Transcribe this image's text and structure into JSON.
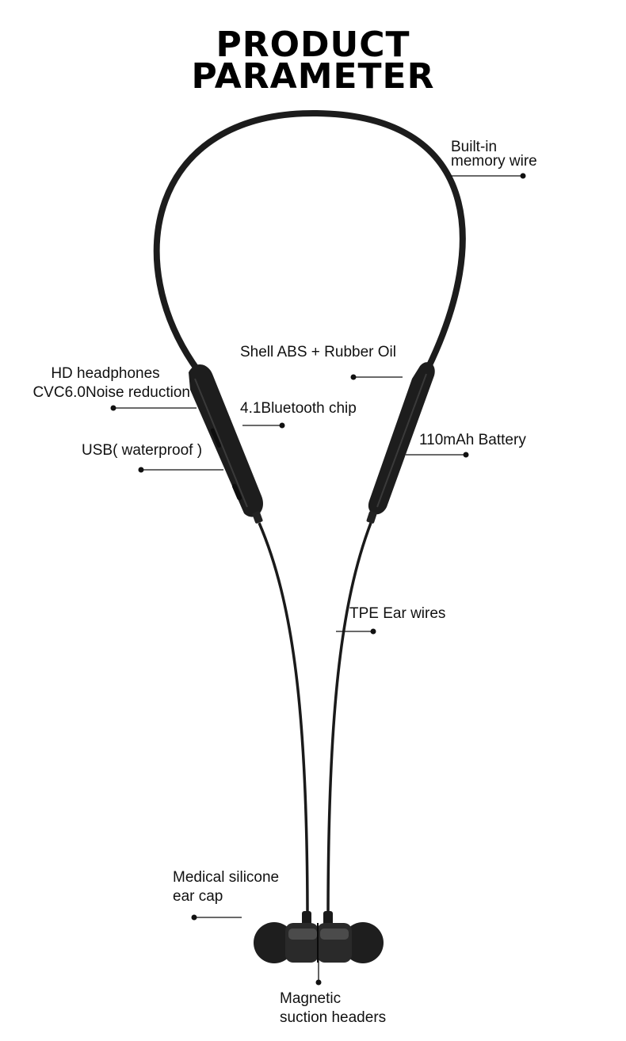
{
  "title": {
    "line1": "PRODUCT",
    "line2": "PARAMETER"
  },
  "callouts": {
    "memory_wire": {
      "line1": "Built-in",
      "line2": "memory wire"
    },
    "shell": "Shell ABS + Rubber Oil",
    "hd_headphones": {
      "line1": "HD headphones",
      "line2": "CVC6.0Noise reduction"
    },
    "bluetooth_chip": "4.1Bluetooth chip",
    "usb": "USB( waterproof )",
    "battery": "110mAh Battery",
    "ear_wires": "TPE Ear wires",
    "silicone": {
      "line1": "Medical silicone",
      "line2": "ear cap"
    },
    "magnetic": {
      "line1": "Magnetic",
      "line2": "suction headers"
    }
  },
  "colors": {
    "background": "#ffffff",
    "headphone": "#1a1a1a",
    "text": "#111111"
  }
}
